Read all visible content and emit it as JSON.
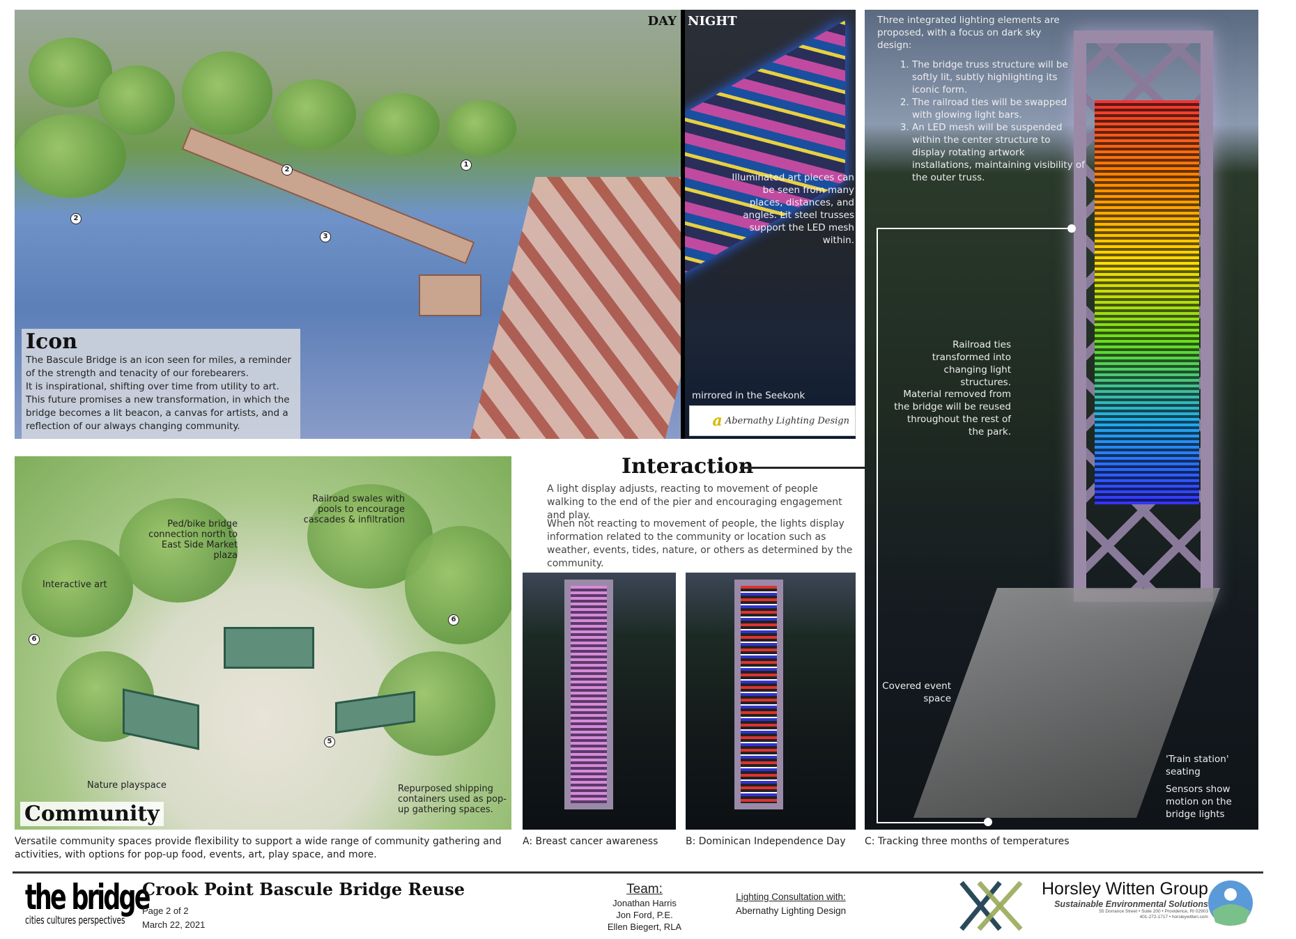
{
  "icon_panel": {
    "day_label": "DAY",
    "night_label": "NIGHT",
    "title": "Icon",
    "description_lines": [
      "The Bascule Bridge is an icon seen for miles, a reminder of the strength and tenacity of our forebearers.",
      "It is inspirational, shifting over time from utility to art.",
      "This future promises a new transformation, in which the bridge becomes a lit beacon, a canvas for artists, and a reflection of our always changing community."
    ],
    "markers": [
      "1",
      "2",
      "2",
      "3"
    ],
    "night_text": "Illuminated art pieces can be seen from many places, distances, and angles. Lit steel trusses support the LED mesh within.",
    "night_caption": "mirrored in the Seekonk",
    "night_logo": "Abernathy Lighting Design"
  },
  "community_panel": {
    "title": "Community",
    "labels": {
      "swales": "Railroad swales with pools to encourage cascades & infiltration",
      "pedbike": "Ped/bike bridge connection north to East Side Market plaza",
      "art": "Interactive art",
      "nature": "Nature playspace",
      "containers": "Repurposed shipping containers used as pop-up gathering spaces."
    },
    "markers": [
      "6",
      "6",
      "5"
    ],
    "description": "Versatile community spaces provide flexibility to support a wide range of community gathering and activities, with options for pop-up food, events, art, play space, and more."
  },
  "interaction_panel": {
    "title": "Interaction",
    "paragraphs": [
      "A light display adjusts, reacting to movement of people walking to the end of the pier and encouraging engagement and play.",
      "When not reacting to movement of people, the lights display information related to the community or location such as weather, events, tides, nature, or others as determined by the community."
    ],
    "captions": {
      "a": "A:  Breast cancer awareness",
      "b": "B:  Dominican Independence Day",
      "c": "C:  Tracking three months of temperatures"
    }
  },
  "lighting_panel": {
    "intro": "Three integrated lighting elements are proposed, with a focus on dark sky design:",
    "items": [
      "The bridge truss structure will be softly lit, subtly highlighting its iconic form.",
      "The railroad ties will be swapped with glowing light bars.",
      "An LED mesh will be suspended within the center structure to display rotating artwork installations, maintaining visibility of the outer truss."
    ],
    "labels": {
      "ties": "Railroad ties transformed into changing light structures.",
      "material": "Material removed  from the bridge will be reused throughout the rest of the park.",
      "covered": "Covered event space",
      "train": "'Train station' seating",
      "sensors": "Sensors show motion on the bridge lights"
    }
  },
  "footer": {
    "logo_main": "the bridge",
    "logo_sub": "cities cultures perspectives",
    "project_title": "Crook Point Bascule Bridge Reuse",
    "page": "Page 2 of 2",
    "date": "March 22, 2021",
    "team_heading": "Team:",
    "team": [
      "Jonathan Harris",
      "Jon Ford, P.E.",
      "Ellen Biegert, RLA"
    ],
    "consult_heading": "Lighting Consultation with:",
    "consult_name": "Abernathy Lighting Design",
    "firm_name": "Horsley Witten Group",
    "firm_tagline": "Sustainable Environmental Solutions",
    "firm_address": "55 Dorrance Street • Suite 200 • Providence, RI 02903",
    "firm_contact": "401-272-1717 • horsleywitten.com"
  },
  "colors": {
    "led_red": "#e33333",
    "led_yellow": "#ffdd00",
    "led_green": "#66dd22",
    "led_blue": "#3333ff",
    "night_glow": "#2a6aff",
    "hwg_green": "#9aaa5a",
    "hwg_teal": "#2a4a5a"
  }
}
